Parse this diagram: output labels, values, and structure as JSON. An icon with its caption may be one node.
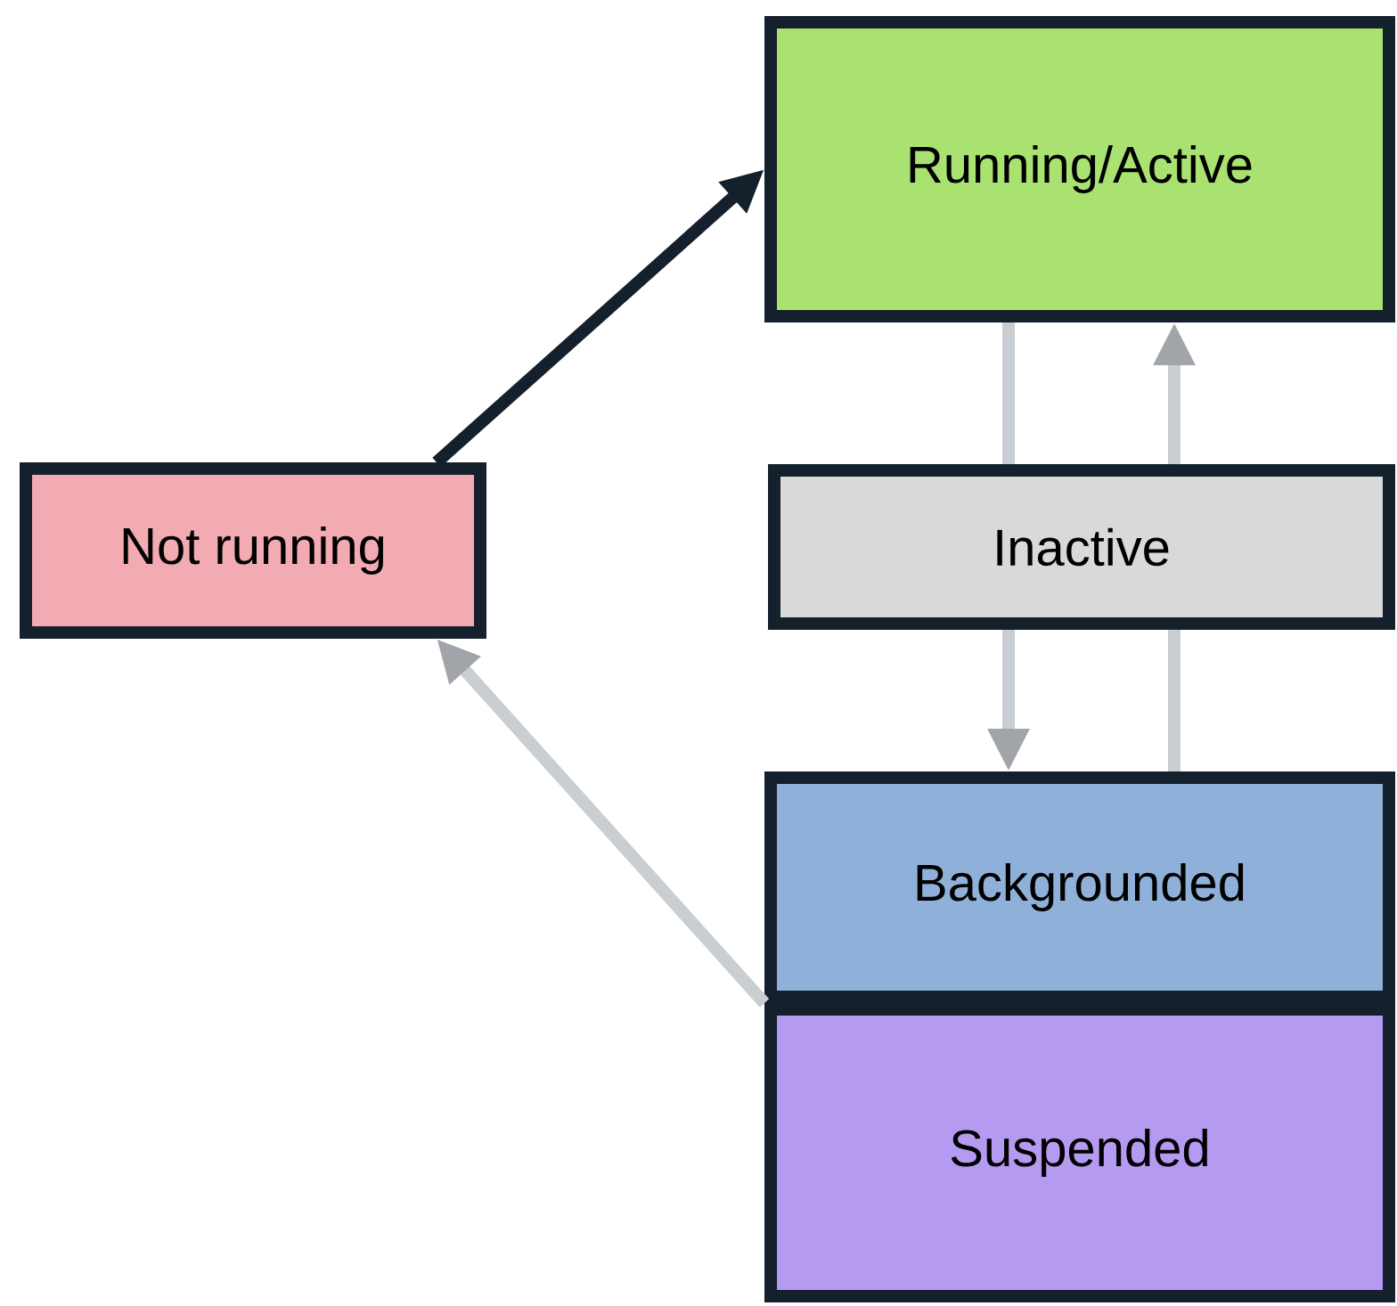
{
  "diagram": {
    "nodes": [
      {
        "text": [
          "Not running"
        ]
      },
      {
        "text": [
          "Running/Active"
        ]
      },
      {
        "text": [
          "Inactive"
        ]
      },
      {
        "text": [
          "Backgrounded"
        ]
      },
      {
        "text": [
          "Suspended"
        ]
      }
    ],
    "edges": [
      {
        "from": 0,
        "to": 1,
        "arrow": "to",
        "color": "#14202c"
      },
      {
        "from": 1,
        "to": 2,
        "arrow": "none"
      },
      {
        "from": 2,
        "to": 3,
        "arrow": "to"
      },
      {
        "from": 3,
        "to": 2,
        "arrow": "none"
      },
      {
        "from": 2,
        "to": 1,
        "arrow": "to"
      },
      {
        "from": 3,
        "to": 0,
        "arrow": "to"
      }
    ]
  }
}
